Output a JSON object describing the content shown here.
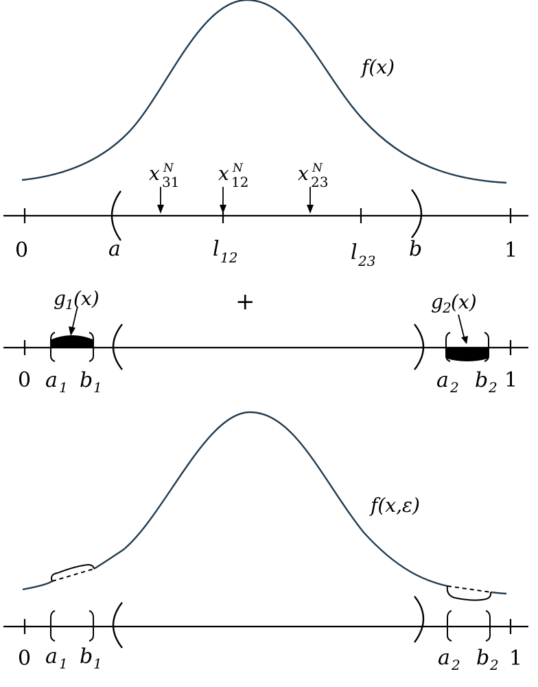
{
  "panel_top": {
    "curve_label": "f(x)",
    "axis_start": "0",
    "axis_end": "1",
    "a": "a",
    "b": "b",
    "l12_main": "l",
    "l12_sub": "12",
    "l23_main": "l",
    "l23_sub": "23",
    "markers": [
      {
        "main": "x",
        "sup": "N",
        "sub": "31"
      },
      {
        "main": "x",
        "sup": "N",
        "sub": "12"
      },
      {
        "main": "x",
        "sup": "N",
        "sub": "23"
      }
    ]
  },
  "panel_middle": {
    "plus": "+",
    "axis_start": "0",
    "axis_end": "1",
    "g1_main": "g",
    "g1_sub": "1",
    "g1_arg": "(x)",
    "g2_main": "g",
    "g2_sub": "2",
    "g2_arg": "(x)",
    "a1_main": "a",
    "a1_sub": "1",
    "b1_main": "b",
    "b1_sub": "1",
    "a2_main": "a",
    "a2_sub": "2",
    "b2_main": "b",
    "b2_sub": "2"
  },
  "panel_bottom": {
    "curve_label": "f(x,ε)",
    "axis_start": "0",
    "axis_end": "1",
    "a1_main": "a",
    "a1_sub": "1",
    "b1_main": "b",
    "b1_sub": "1",
    "a2_main": "a",
    "a2_sub": "2",
    "b2_main": "b",
    "b2_sub": "2"
  }
}
